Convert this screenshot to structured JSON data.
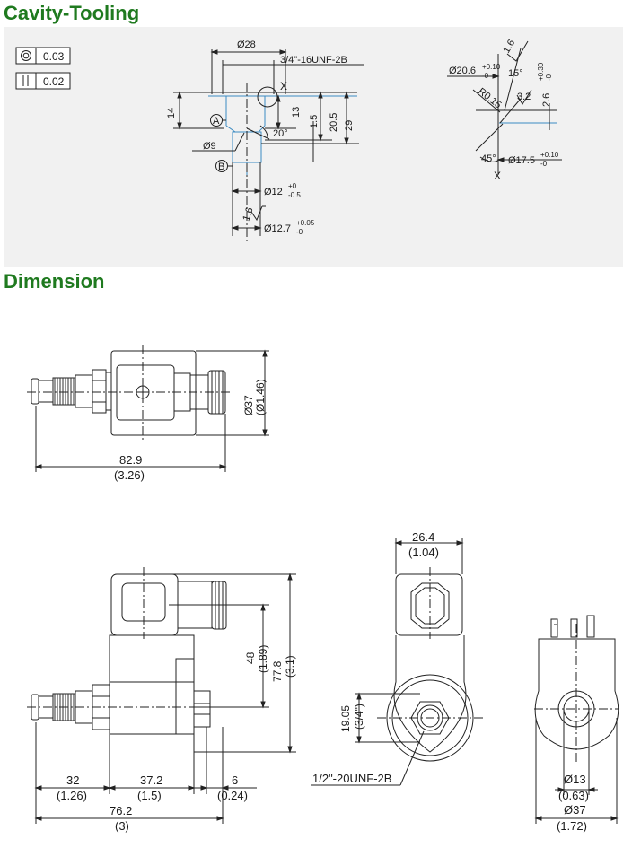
{
  "headings": {
    "cavity_tooling": "Cavity-Tooling",
    "dimension": "Dimension"
  },
  "tolerances": {
    "concentricity": "0.03",
    "parallelism": "0.02"
  },
  "cavity": {
    "d28": "Ø28",
    "thread": "3/4\"-16UNF-2B",
    "x_mark": "X",
    "dim14": "14",
    "dim13": "13",
    "dim1_5": "1.5",
    "dim20_5": "20.5",
    "dim29": "29",
    "angle20": "20°",
    "d9": "Ø9",
    "datum_a": "A",
    "datum_b": "B",
    "d12": "Ø12",
    "d12_tol_up": "+0",
    "d12_tol_dn": "-0.5",
    "rough16": "1.6",
    "d12_7": "Ø12.7",
    "d12_7_tol_up": "+0.05",
    "d12_7_tol_dn": "-0"
  },
  "detail_x": {
    "rough16": "1.6",
    "d20_6": "Ø20.6",
    "d20_6_tol_up": "+0.10",
    "d20_6_tol_dn": "-0",
    "angle15": "15°",
    "r015": "R0.15",
    "rough32": "3.2",
    "dim2_6": "2.6",
    "dim2_6_tol_up": "+0.30",
    "dim2_6_tol_dn": "-0",
    "angle45": "45°",
    "d17_5": "Ø17.5",
    "d17_5_tol_up": "+0.10",
    "d17_5_tol_dn": "-0",
    "x_mark": "X"
  },
  "top_view": {
    "diameter_mm": "Ø37",
    "diameter_in": "(Ø1.46)",
    "length_mm": "82.9",
    "length_in": "(3.26)"
  },
  "side_view": {
    "h48_mm": "48",
    "h48_in": "(1.89)",
    "h77_8_mm": "77.8",
    "h77_8_in": "(3.1)",
    "w32_mm": "32",
    "w32_in": "(1.26)",
    "w37_2_mm": "37.2",
    "w37_2_in": "(1.5)",
    "w6_mm": "6",
    "w6_in": "(0.24)",
    "total_mm": "76.2",
    "total_in": "(3)"
  },
  "front_view": {
    "w26_4_mm": "26.4",
    "w26_4_in": "(1.04)",
    "h19_05_mm": "19.05",
    "h19_05_in": "(3/4\")",
    "nut_thread": "1/2\"-20UNF-2B"
  },
  "coil_view": {
    "bore_mm": "Ø13",
    "bore_in": "(0.63)",
    "od_mm": "Ø37",
    "od_in": "(1.72)"
  }
}
